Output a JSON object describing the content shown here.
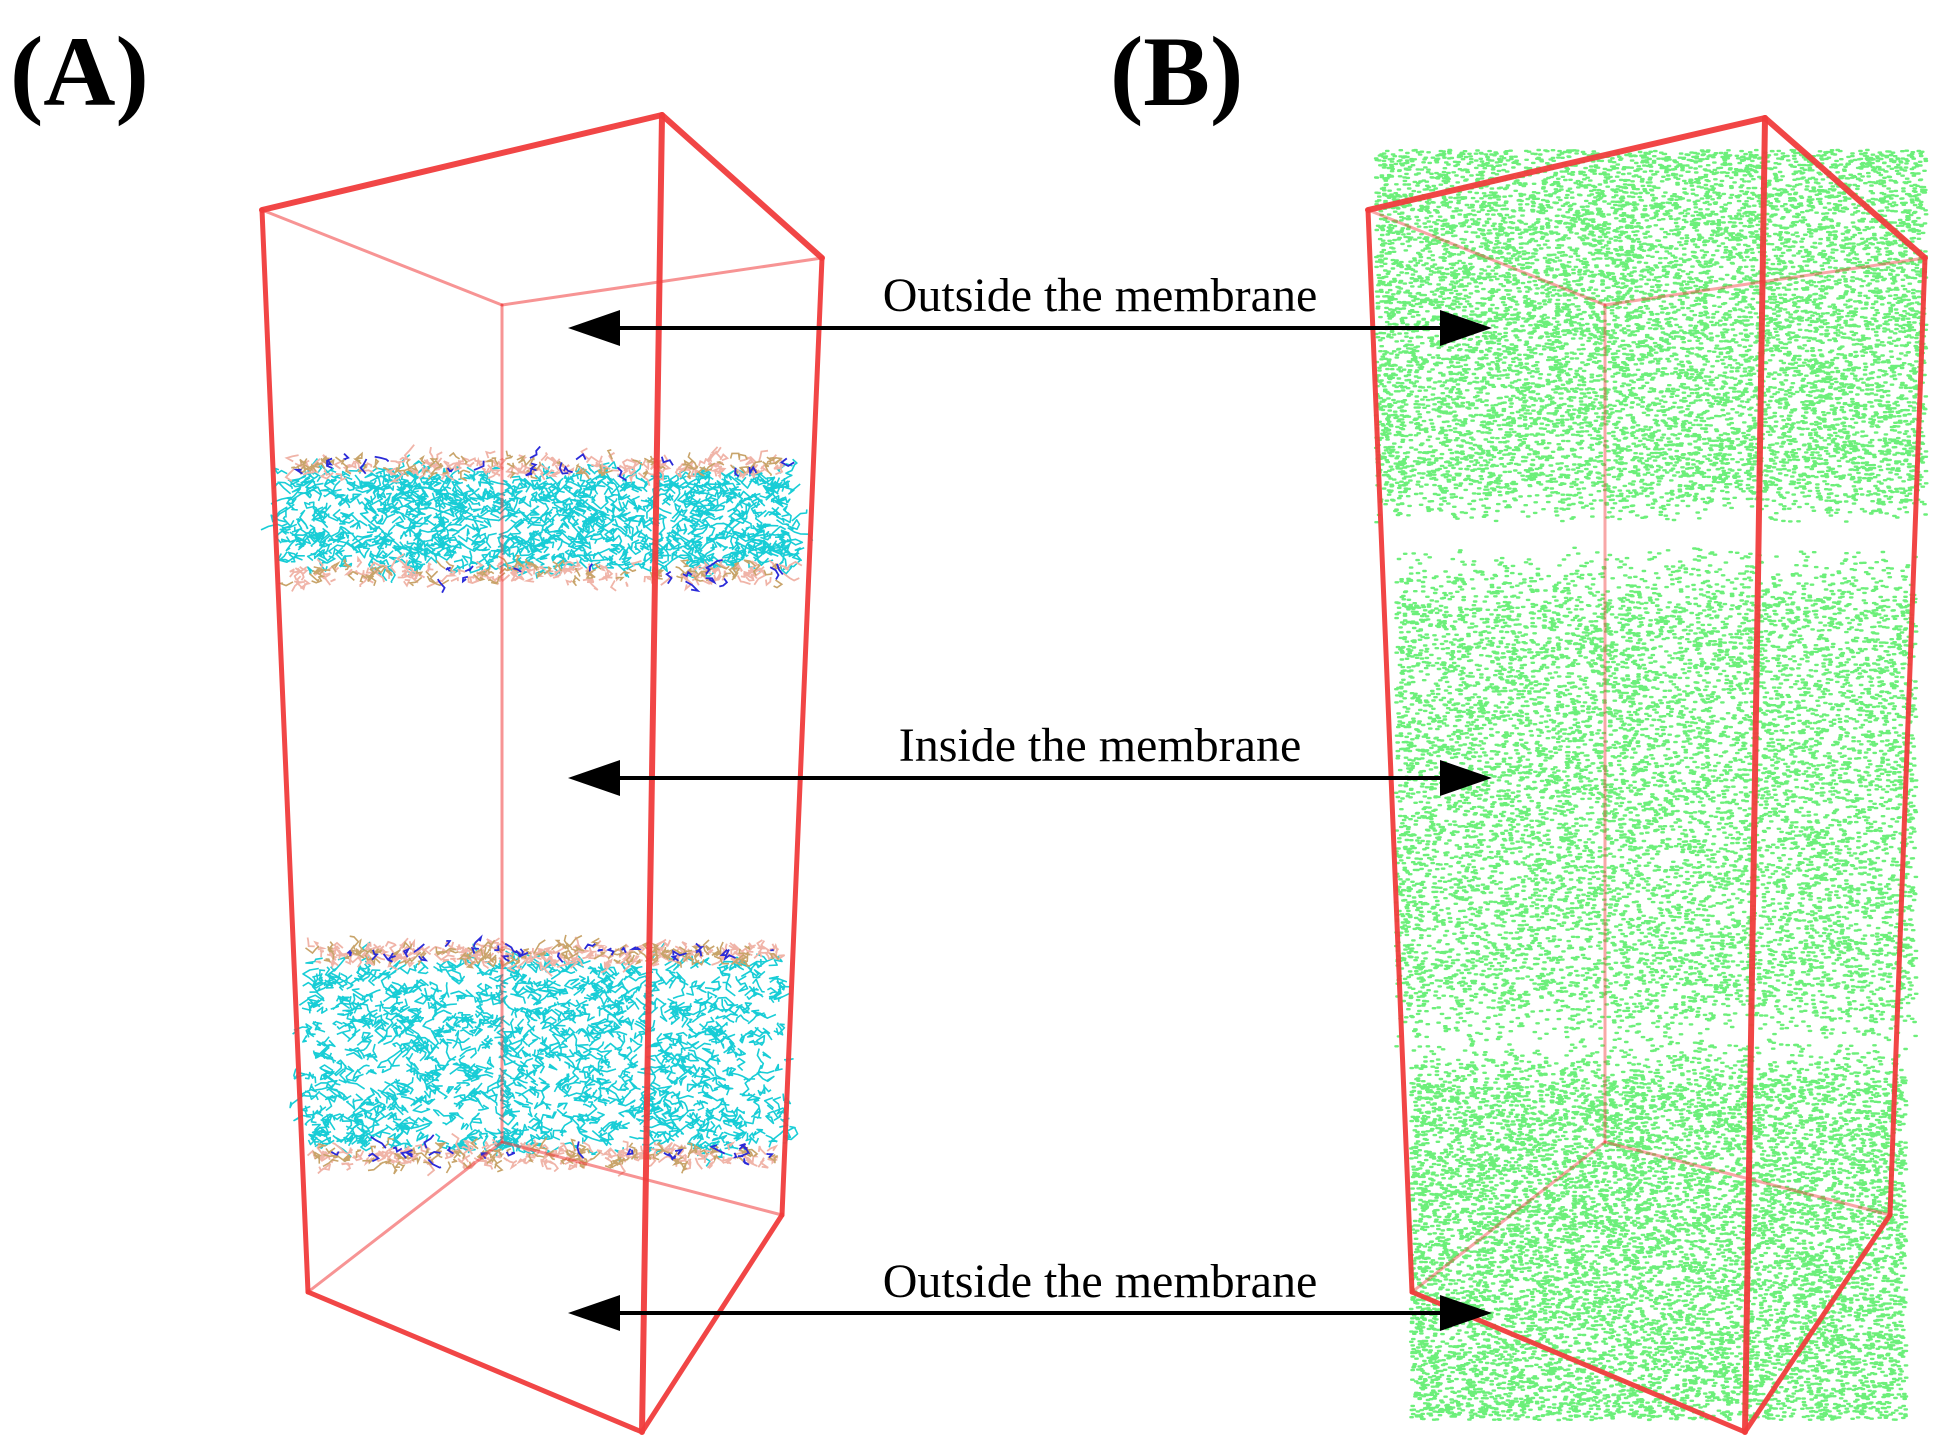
{
  "panels": {
    "a_label": "(A)",
    "b_label": "(B)"
  },
  "regions": {
    "top": "Outside the membrane",
    "middle": "Inside the membrane",
    "bottom": "Outside the membrane"
  },
  "colors": {
    "box_edge": "#f03c3c",
    "lipid_tail": "#18cdd6",
    "lipid_head": "#f0b4a8",
    "lipid_glycerol": "#c8a46a",
    "lipid_nitrogen": "#2a2ad8",
    "water": "#6cef7a",
    "arrow": "#000000"
  }
}
